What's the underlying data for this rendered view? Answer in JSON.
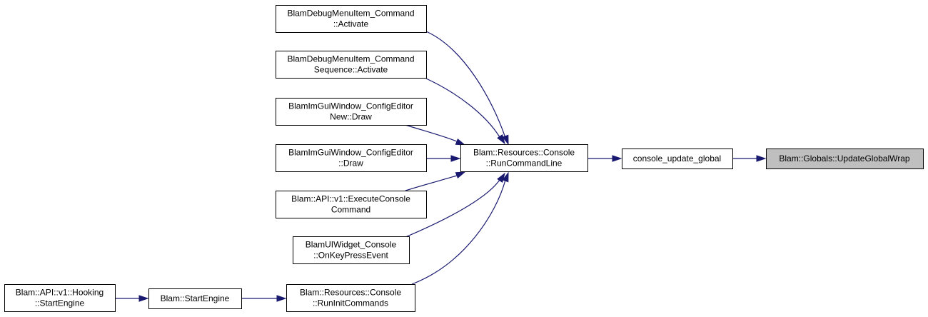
{
  "graph": {
    "nodes": [
      {
        "id": "update_global_wrap",
        "lines": [
          "Blam::Globals::UpdateGlobalWrap"
        ],
        "current": true,
        "interactable": false
      },
      {
        "id": "console_update_global",
        "lines": [
          "console_update_global"
        ],
        "current": false,
        "interactable": true
      },
      {
        "id": "run_command_line",
        "lines": [
          "Blam::Resources::Console",
          "::RunCommandLine"
        ],
        "current": false,
        "interactable": true
      },
      {
        "id": "debug_menu_item_command_activate",
        "lines": [
          "BlamDebugMenuItem_Command",
          "::Activate"
        ],
        "current": false,
        "interactable": true
      },
      {
        "id": "debug_menu_item_command_sequence_activate",
        "lines": [
          "BlamDebugMenuItem_Command",
          "Sequence::Activate"
        ],
        "current": false,
        "interactable": true
      },
      {
        "id": "imgui_config_editor_new_draw",
        "lines": [
          "BlamImGuiWindow_ConfigEditor",
          "New::Draw"
        ],
        "current": false,
        "interactable": true
      },
      {
        "id": "imgui_config_editor_draw",
        "lines": [
          "BlamImGuiWindow_ConfigEditor",
          "::Draw"
        ],
        "current": false,
        "interactable": true
      },
      {
        "id": "api_execute_console_command",
        "lines": [
          "Blam::API::v1::ExecuteConsole",
          "Command"
        ],
        "current": false,
        "interactable": true
      },
      {
        "id": "ui_widget_console_onkeypress",
        "lines": [
          "BlamUIWidget_Console",
          "::OnKeyPressEvent"
        ],
        "current": false,
        "interactable": true
      },
      {
        "id": "run_init_commands",
        "lines": [
          "Blam::Resources::Console",
          "::RunInitCommands"
        ],
        "current": false,
        "interactable": true
      },
      {
        "id": "start_engine",
        "lines": [
          "Blam::StartEngine"
        ],
        "current": false,
        "interactable": true
      },
      {
        "id": "api_hooking_start_engine",
        "lines": [
          "Blam::API::v1::Hooking",
          "::StartEngine"
        ],
        "current": false,
        "interactable": true
      }
    ],
    "edges": [
      {
        "from": "console_update_global",
        "to": "update_global_wrap"
      },
      {
        "from": "run_command_line",
        "to": "console_update_global"
      },
      {
        "from": "debug_menu_item_command_activate",
        "to": "run_command_line"
      },
      {
        "from": "debug_menu_item_command_sequence_activate",
        "to": "run_command_line"
      },
      {
        "from": "imgui_config_editor_new_draw",
        "to": "run_command_line"
      },
      {
        "from": "imgui_config_editor_draw",
        "to": "run_command_line"
      },
      {
        "from": "api_execute_console_command",
        "to": "run_command_line"
      },
      {
        "from": "ui_widget_console_onkeypress",
        "to": "run_command_line"
      },
      {
        "from": "run_init_commands",
        "to": "run_command_line"
      },
      {
        "from": "start_engine",
        "to": "run_init_commands"
      },
      {
        "from": "api_hooking_start_engine",
        "to": "start_engine"
      }
    ],
    "colors": {
      "edge": "#191970",
      "current_fill": "#bfbfbf",
      "node_fill": "#ffffff",
      "node_stroke": "#000000"
    }
  }
}
